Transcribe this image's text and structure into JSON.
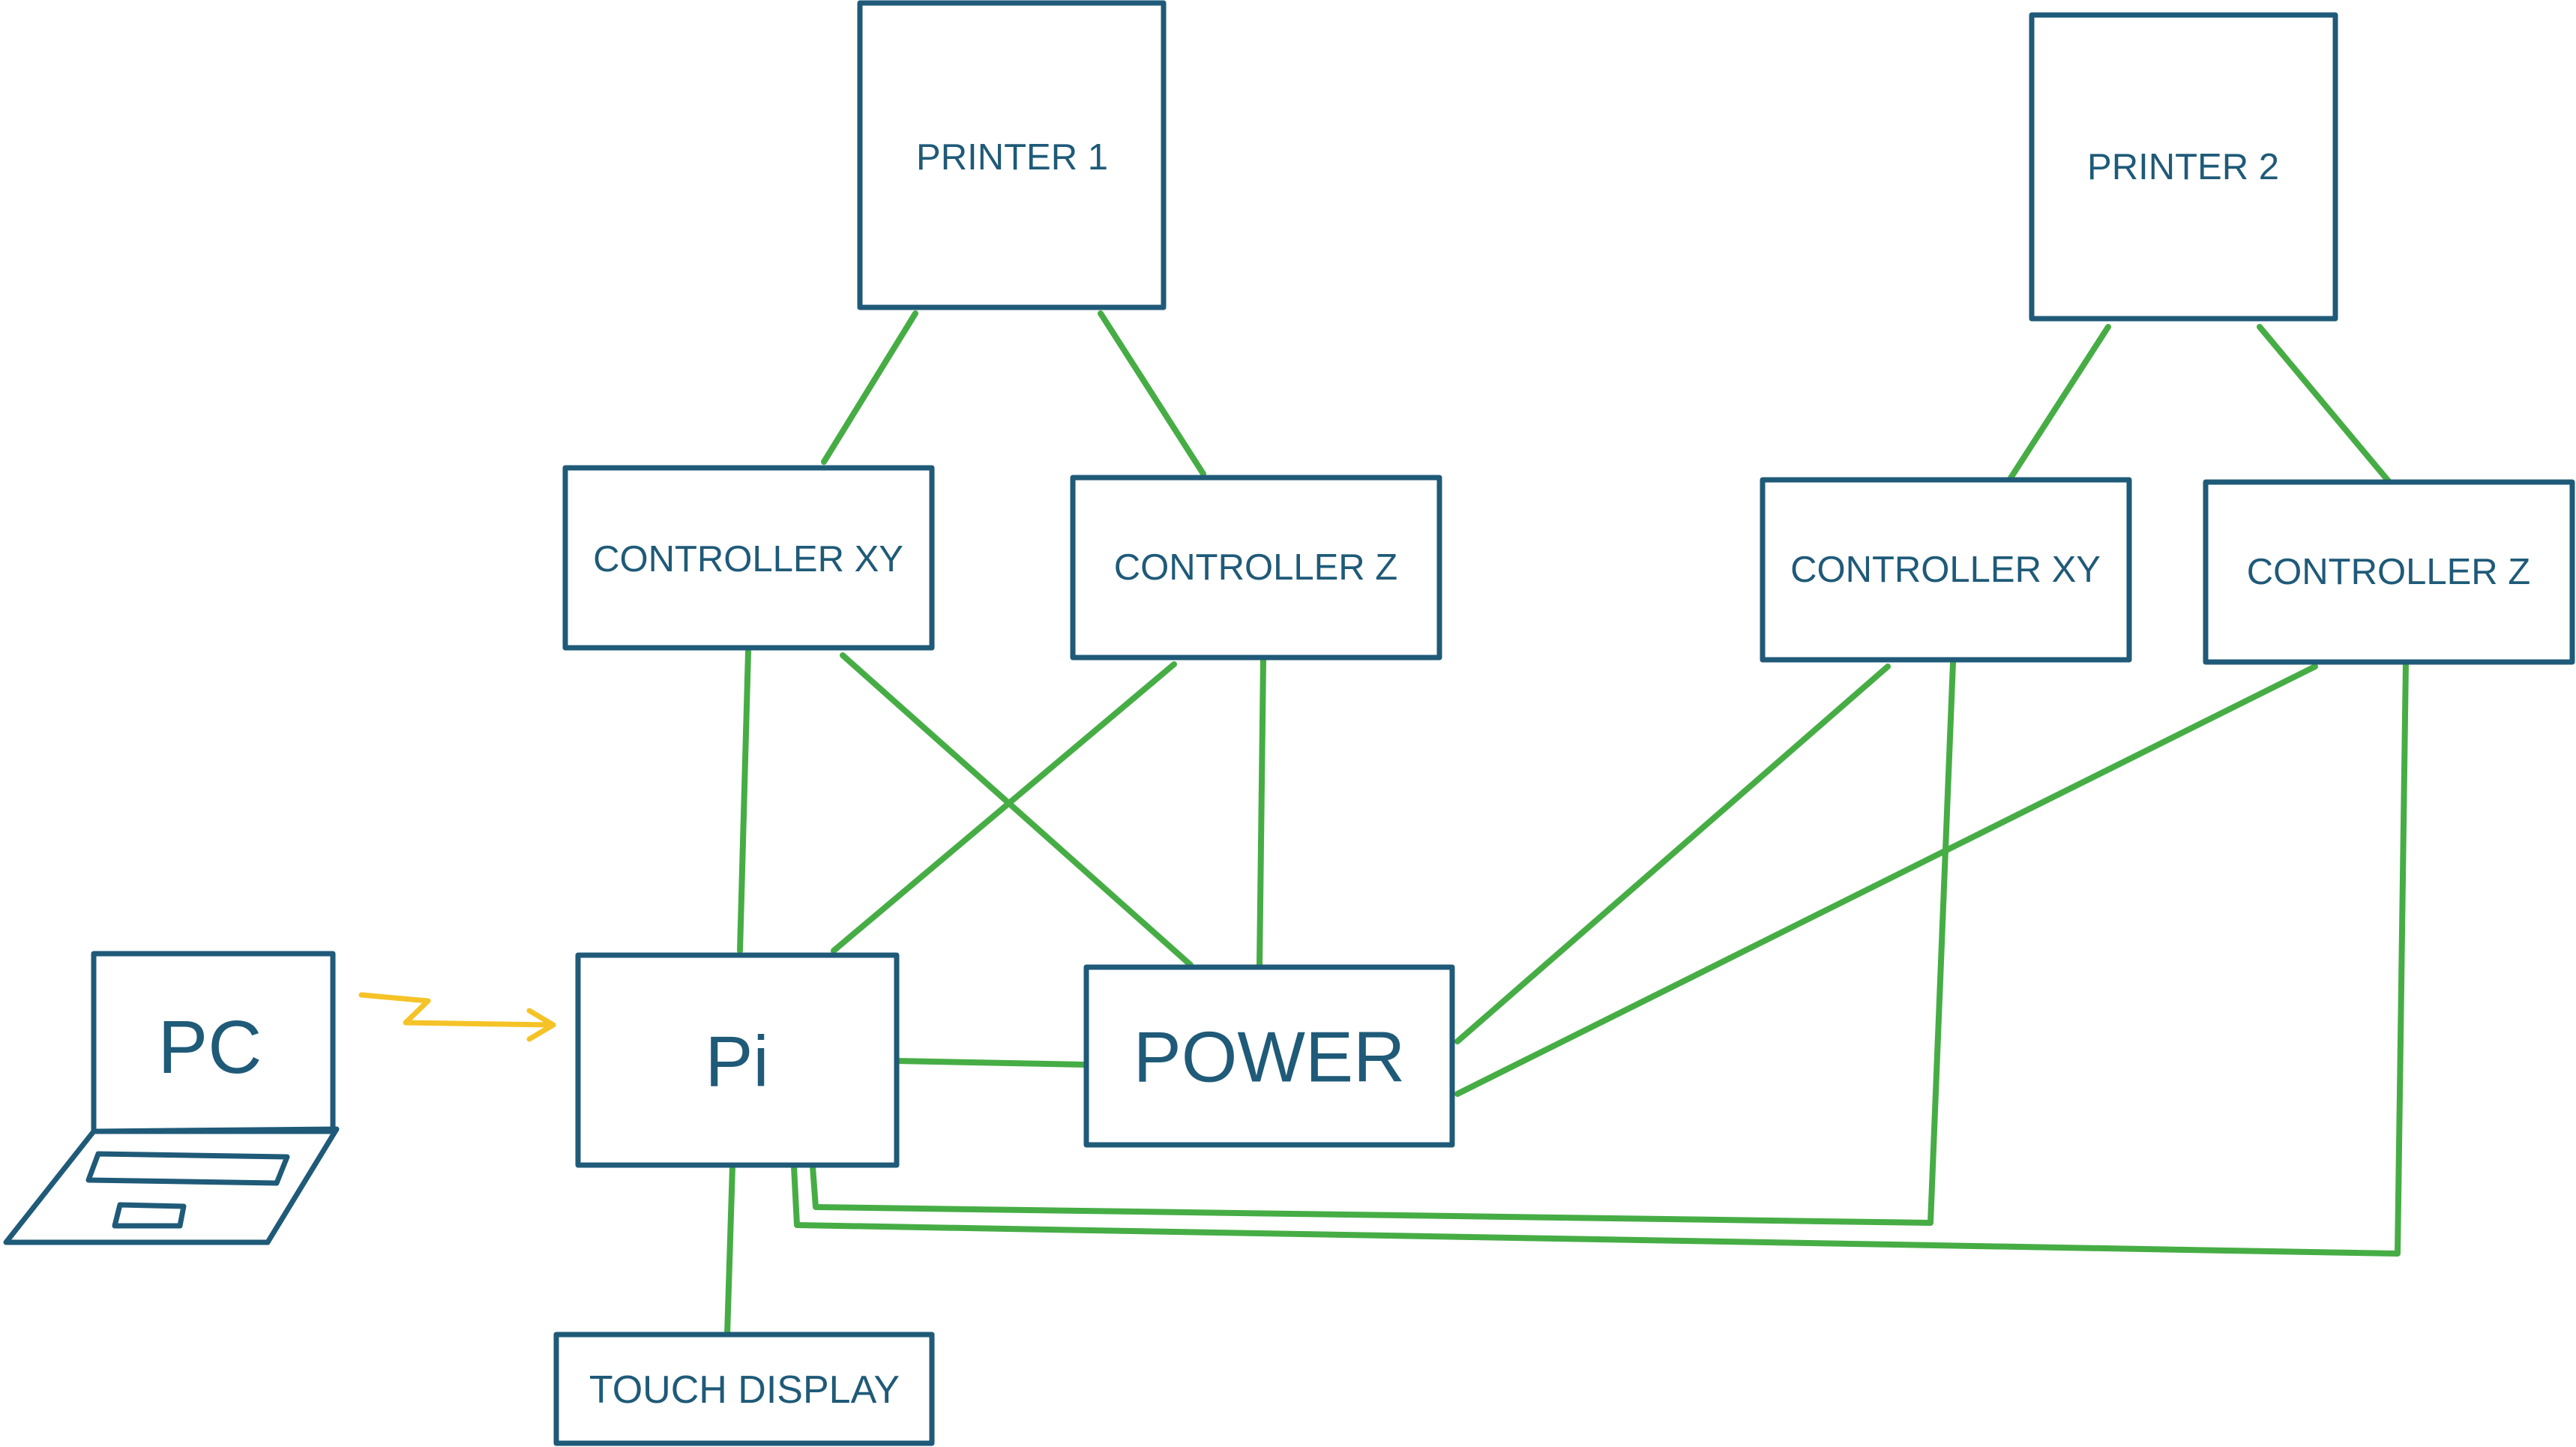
{
  "nodes": {
    "printer_1": "PRINTER 1",
    "printer_2": "PRINTER 2",
    "controller_xy_1": "CONTROLLER XY",
    "controller_z_1": "CONTROLLER Z",
    "controller_xy_2": "CONTROLLER XY",
    "controller_z_2": "CONTROLLER Z",
    "pi": "Pi",
    "power": "POWER",
    "touch_display": "TOUCH DISPLAY",
    "pc": "PC"
  },
  "colors": {
    "box_outline": "#1f5a78",
    "wired_link": "#46ad45",
    "wireless_link": "#f5c327"
  },
  "connections": [
    {
      "from": "printer_1",
      "to": "controller_xy_1",
      "type": "wired"
    },
    {
      "from": "printer_1",
      "to": "controller_z_1",
      "type": "wired"
    },
    {
      "from": "printer_2",
      "to": "controller_xy_2",
      "type": "wired"
    },
    {
      "from": "printer_2",
      "to": "controller_z_2",
      "type": "wired"
    },
    {
      "from": "controller_xy_1",
      "to": "pi",
      "type": "wired"
    },
    {
      "from": "controller_xy_1",
      "to": "power",
      "type": "wired"
    },
    {
      "from": "controller_z_1",
      "to": "pi",
      "type": "wired"
    },
    {
      "from": "controller_z_1",
      "to": "power",
      "type": "wired"
    },
    {
      "from": "controller_xy_2",
      "to": "power",
      "type": "wired"
    },
    {
      "from": "controller_z_2",
      "to": "power",
      "type": "wired"
    },
    {
      "from": "controller_xy_2",
      "to": "pi",
      "type": "wired"
    },
    {
      "from": "controller_z_2",
      "to": "pi",
      "type": "wired"
    },
    {
      "from": "pi",
      "to": "power",
      "type": "wired"
    },
    {
      "from": "pi",
      "to": "touch_display",
      "type": "wired"
    },
    {
      "from": "pc",
      "to": "pi",
      "type": "wireless"
    }
  ]
}
